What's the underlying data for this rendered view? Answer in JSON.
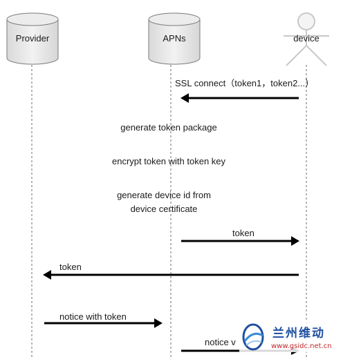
{
  "actors": {
    "provider": "Provider",
    "apns": "APNs",
    "device": "device"
  },
  "messages": {
    "ssl_connect": "SSL connect（token1，token2...）",
    "generate_token_package": "generate token package",
    "encrypt_token": "encrypt token with token key",
    "generate_device_id_line1": "generate device id from",
    "generate_device_id_line2": "device certificate",
    "token_apns_to_device": "token",
    "token_device_to_provider": "token",
    "notice_with_token": "notice with token",
    "notice_partial": "notice v"
  },
  "watermark": {
    "brand_text": "兰州维动",
    "url": "www.gsidc.net.cn"
  },
  "colors": {
    "cylinder_fill": "#e6e6e6",
    "cylinder_stroke": "#7a7a7a",
    "arrow": "#000000",
    "watermark_blue": "#1f4fa0",
    "watermark_red": "#c0282a"
  }
}
